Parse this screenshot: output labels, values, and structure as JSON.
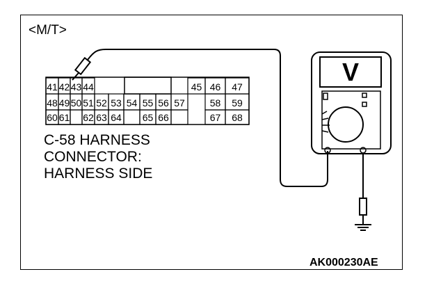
{
  "variant_label": "<M/T>",
  "connector": {
    "rows": [
      [
        "41",
        "42",
        "43",
        "44",
        "",
        "",
        "",
        "",
        "",
        "45",
        "46",
        "47"
      ],
      [
        "48",
        "49",
        "50",
        "51",
        "52",
        "53",
        "54",
        "55",
        "56",
        "57",
        "58",
        "59"
      ],
      [
        "60",
        "61",
        "",
        "62",
        "63",
        "64",
        "",
        "65",
        "66",
        "",
        "67",
        "68"
      ]
    ],
    "caption_lines": [
      "C-58 HARNESS",
      "CONNECTOR:",
      "HARNESS SIDE"
    ]
  },
  "meter": {
    "display_symbol": "V"
  },
  "part_code": "AK000230AE"
}
